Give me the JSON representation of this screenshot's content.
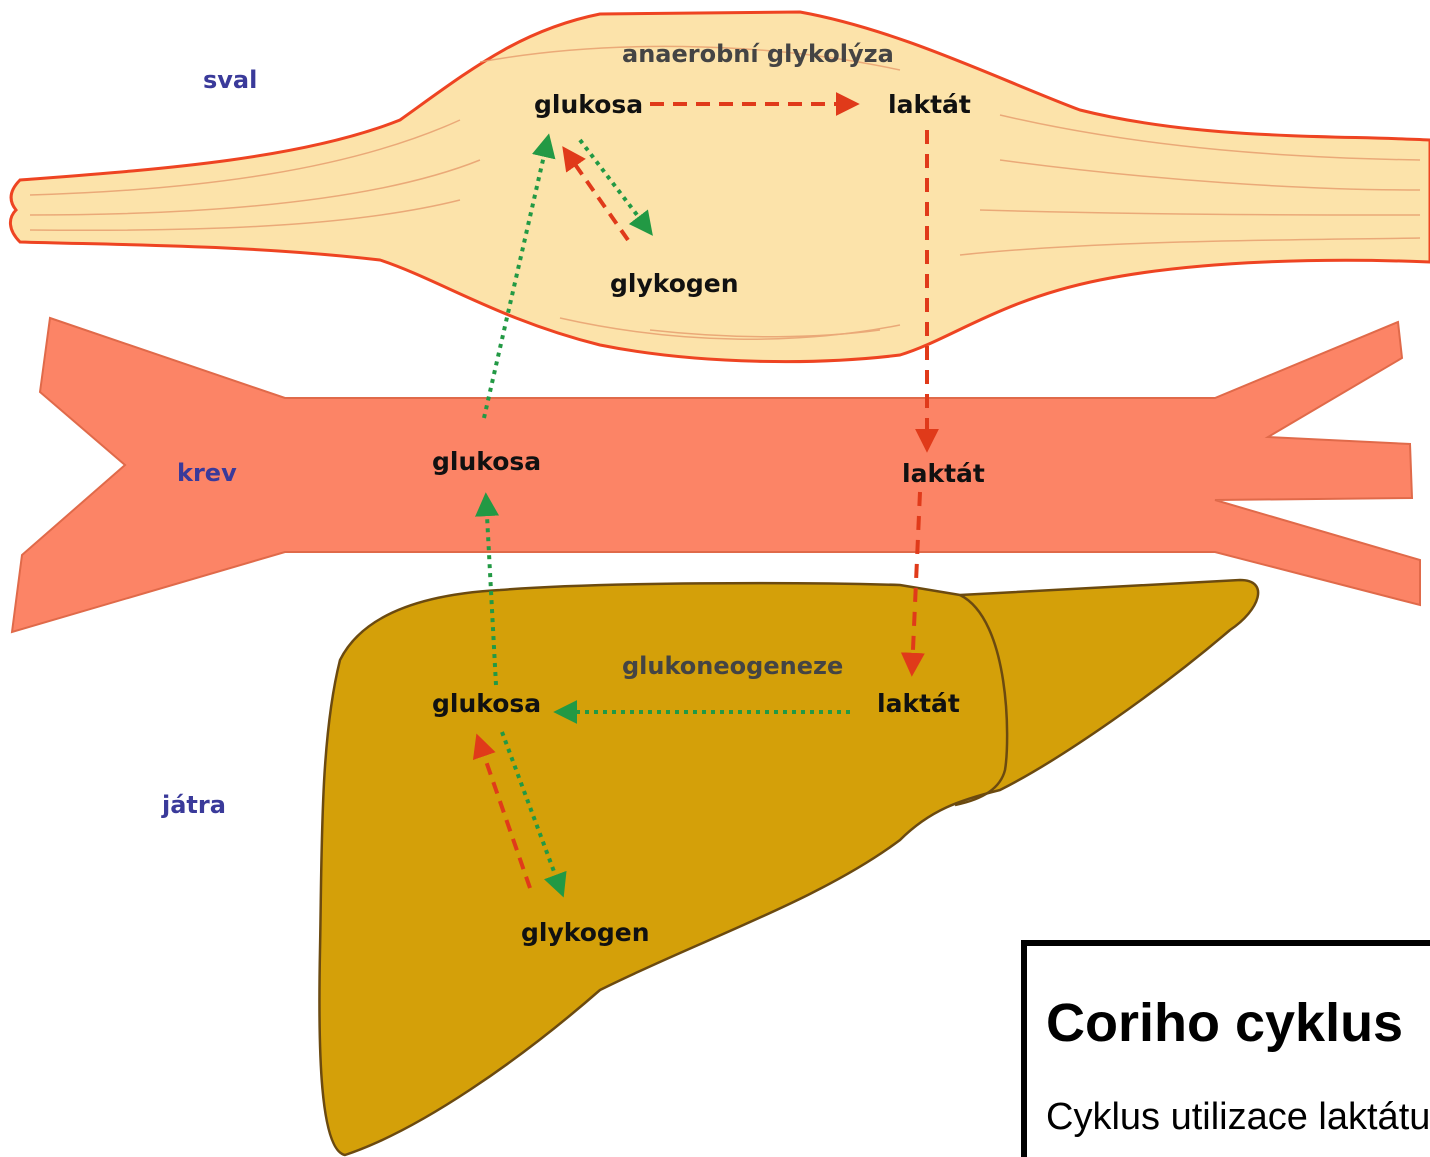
{
  "labels": {
    "muscle": "sval",
    "blood": "krev",
    "liver": "játra",
    "anaerobic_glycolysis": "anaerobní glykolýza",
    "gluconeogenesis": "glukoneogeneze",
    "muscle_glucose": "glukosa",
    "muscle_lactate": "laktát",
    "muscle_glycogen": "glykogen",
    "blood_glucose": "glukosa",
    "blood_lactate": "laktát",
    "liver_glucose": "glukosa",
    "liver_lactate": "laktát",
    "liver_glycogen": "glykogen"
  },
  "info_box": {
    "title": "Coriho cyklus",
    "text": "Cyklus utilizace laktátu"
  },
  "colors": {
    "muscle_fill": "#fce3aa",
    "muscle_outline": "#ee4422",
    "blood_fill": "#fc8466",
    "liver_fill": "#d4a009",
    "liver_outline": "#6b4a10",
    "red_arrow": "#e03a1a",
    "green_arrow": "#229944"
  }
}
